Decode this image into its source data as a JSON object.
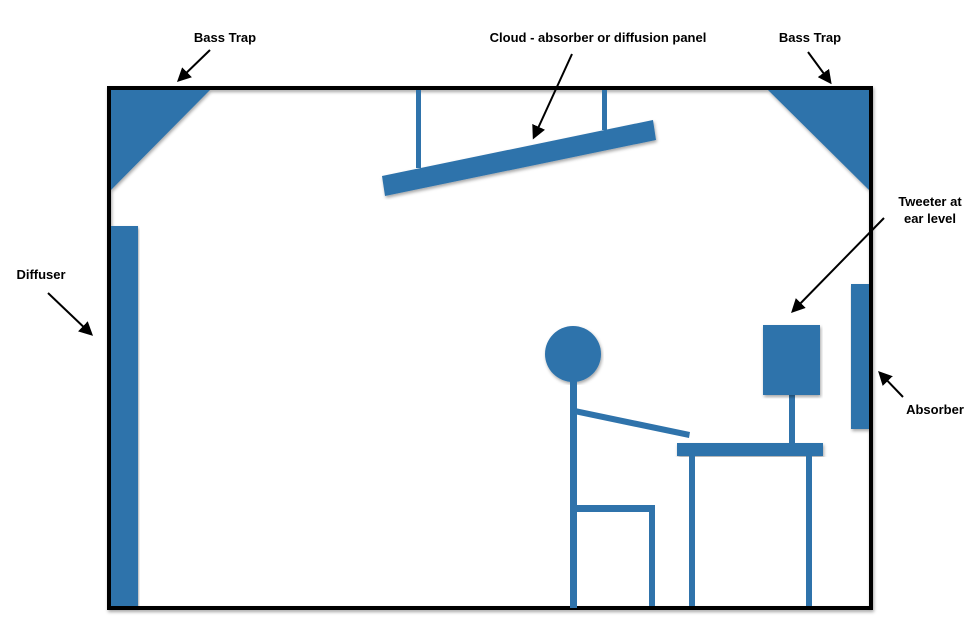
{
  "colors": {
    "panel": "#2f73ab",
    "wall": "#000000",
    "background": "#ffffff"
  },
  "labels": {
    "bass_trap_left": "Bass Trap",
    "bass_trap_right": "Bass Trap",
    "cloud": "Cloud - absorber or diffusion panel",
    "diffuser": "Diffuser",
    "tweeter_line1": "Tweeter at",
    "tweeter_line2": "ear level",
    "absorber": "Absorber"
  }
}
